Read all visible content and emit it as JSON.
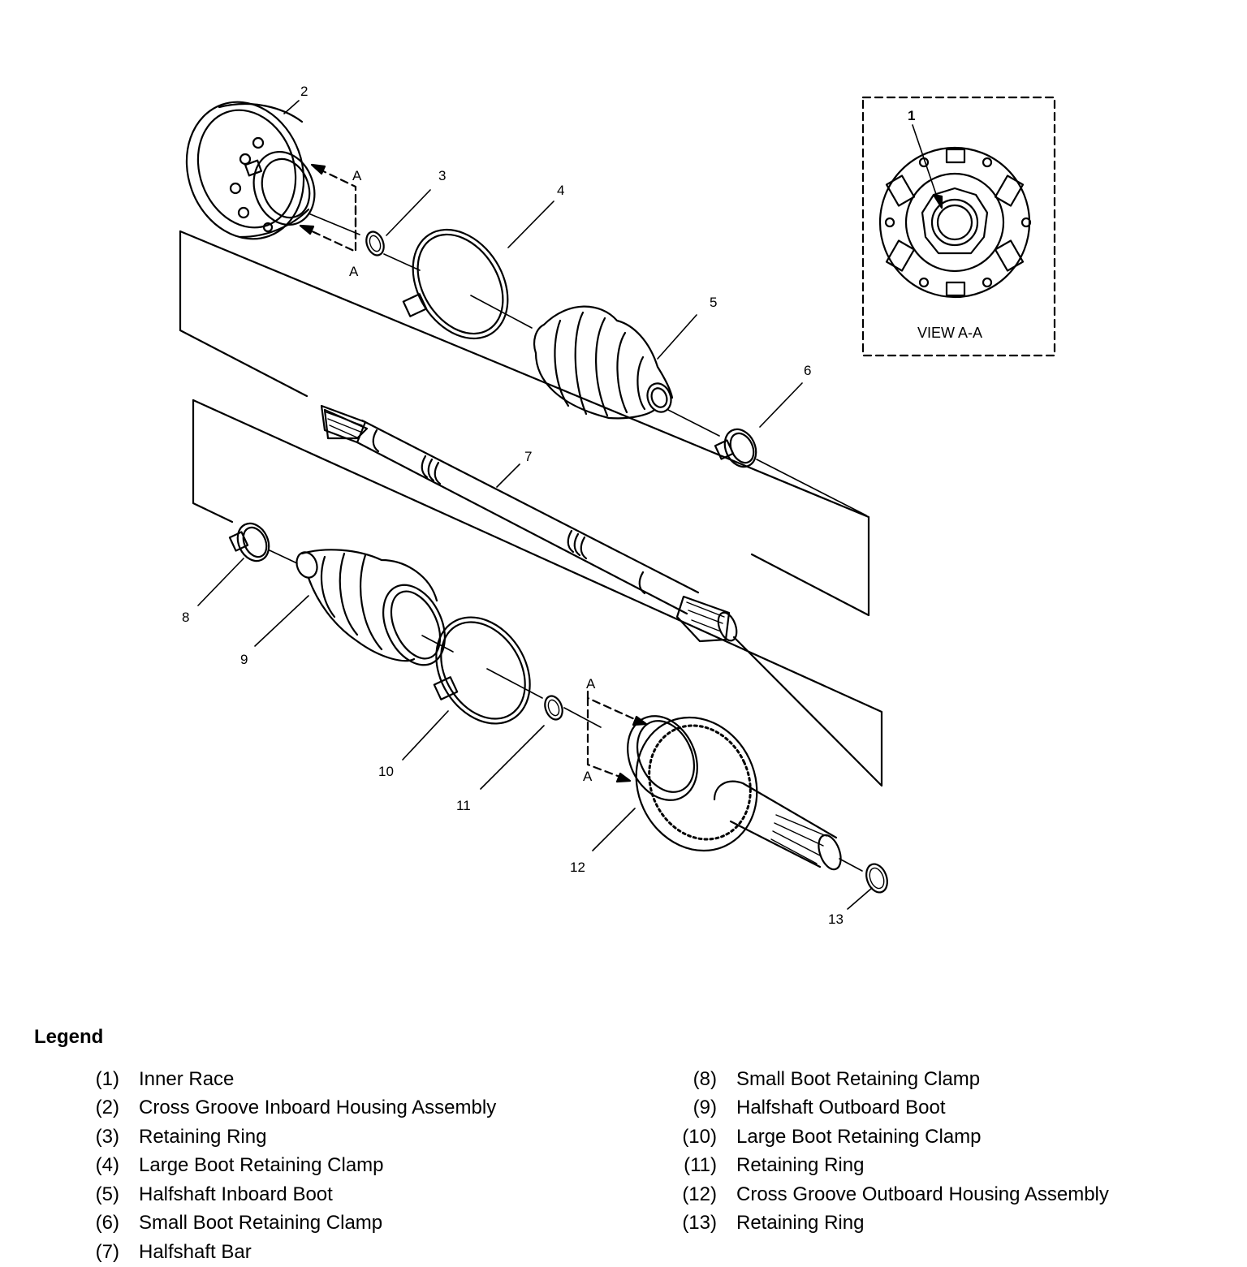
{
  "callouts": {
    "c1": "1",
    "c2": "2",
    "c3": "3",
    "c4": "4",
    "c5": "5",
    "c6": "6",
    "c7": "7",
    "c8": "8",
    "c9": "9",
    "c10": "10",
    "c11": "11",
    "c12": "12",
    "c13": "13"
  },
  "section_marks": {
    "a_top_1": "A",
    "a_top_2": "A",
    "a_bottom_1": "A",
    "a_bottom_2": "A"
  },
  "view_label": "VIEW A-A",
  "legend": {
    "title": "Legend",
    "left": [
      {
        "num": "(1)",
        "text": "Inner Race"
      },
      {
        "num": "(2)",
        "text": "Cross Groove Inboard Housing Assembly"
      },
      {
        "num": "(3)",
        "text": "Retaining Ring"
      },
      {
        "num": "(4)",
        "text": "Large Boot Retaining Clamp"
      },
      {
        "num": "(5)",
        "text": "Halfshaft Inboard Boot"
      },
      {
        "num": "(6)",
        "text": "Small Boot Retaining Clamp"
      },
      {
        "num": "(7)",
        "text": "Halfshaft Bar"
      }
    ],
    "right": [
      {
        "num": "(8)",
        "text": "Small Boot Retaining Clamp"
      },
      {
        "num": "(9)",
        "text": "Halfshaft Outboard Boot"
      },
      {
        "num": "(10)",
        "text": "Large Boot Retaining Clamp"
      },
      {
        "num": "(11)",
        "text": "Retaining Ring"
      },
      {
        "num": "(12)",
        "text": "Cross Groove Outboard Housing Assembly"
      },
      {
        "num": "(13)",
        "text": "Retaining Ring"
      }
    ]
  }
}
